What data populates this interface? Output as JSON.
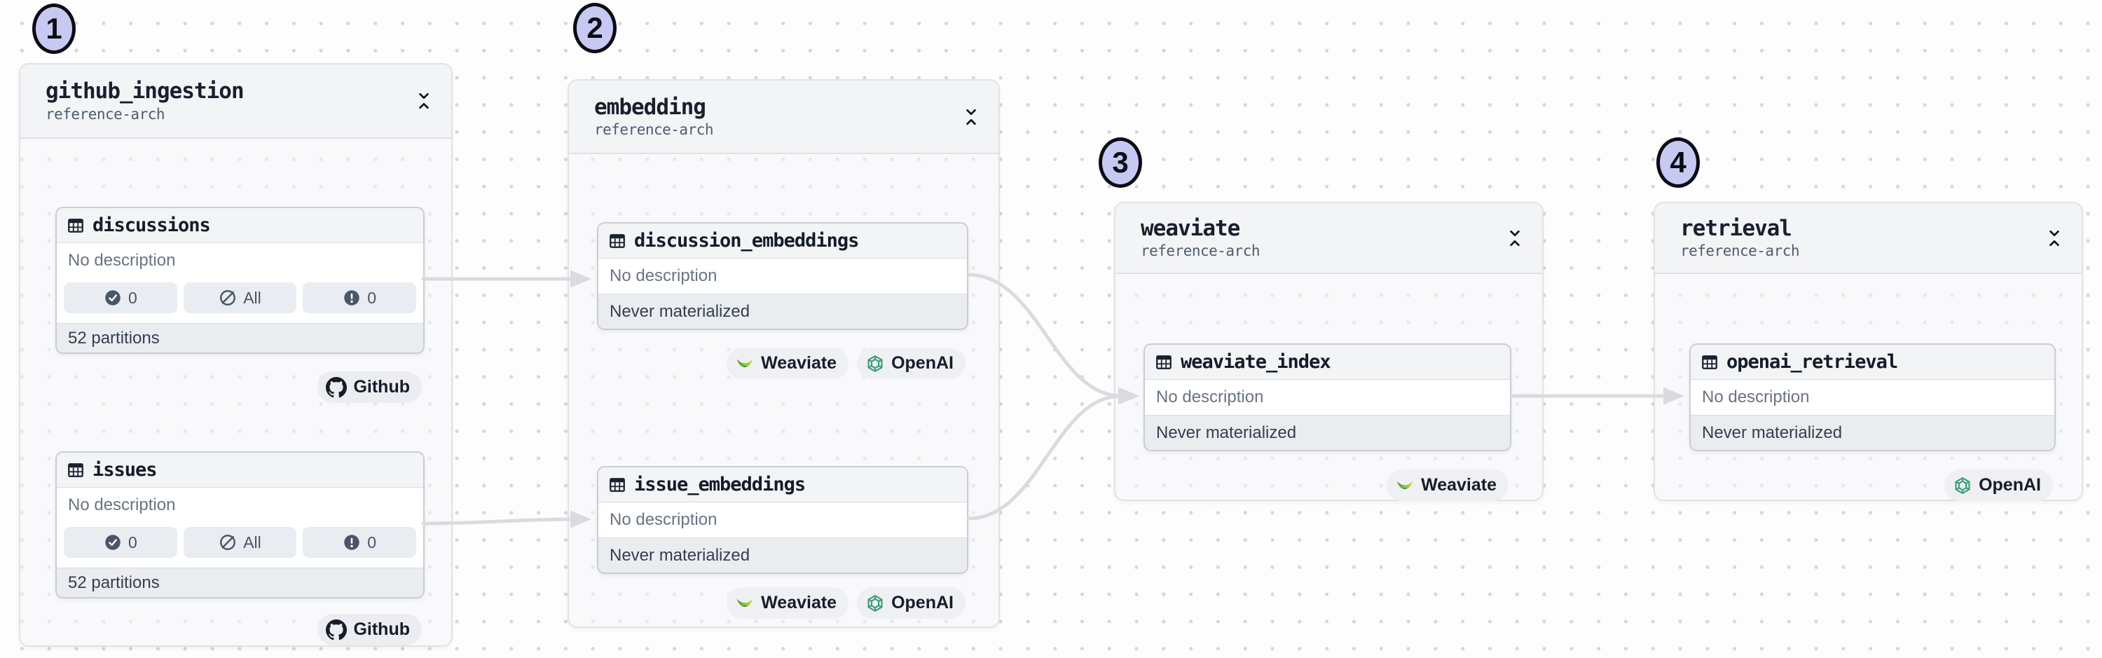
{
  "colors": {
    "annotation_circle_fill": "#c8c9f3",
    "annotation_circle_border": "#0c0c13",
    "edge": "#dadbde",
    "group_background": "#f4f4f6",
    "card_header_background": "#f2f4f6",
    "openai_green": "#3f9e78",
    "weaviate_green": "#3e8f39",
    "weaviate_yellow": "#d9d42f",
    "github_dark": "#171c28"
  },
  "groups": [
    {
      "number": "1",
      "title": "github_ingestion",
      "subtitle": "reference-arch",
      "assets": [
        {
          "name": "discussions",
          "description": "No description",
          "status_pills": [
            {
              "icon": "check-circle-icon",
              "value": "0"
            },
            {
              "icon": "slash-circle-icon",
              "value": "All"
            },
            {
              "icon": "alert-circle-icon",
              "value": "0"
            }
          ],
          "footer": "52 partitions",
          "tags": [
            {
              "icon": "github-icon",
              "label": "Github"
            }
          ]
        },
        {
          "name": "issues",
          "description": "No description",
          "status_pills": [
            {
              "icon": "check-circle-icon",
              "value": "0"
            },
            {
              "icon": "slash-circle-icon",
              "value": "All"
            },
            {
              "icon": "alert-circle-icon",
              "value": "0"
            }
          ],
          "footer": "52 partitions",
          "tags": [
            {
              "icon": "github-icon",
              "label": "Github"
            }
          ]
        }
      ]
    },
    {
      "number": "2",
      "title": "embedding",
      "subtitle": "reference-arch",
      "assets": [
        {
          "name": "discussion_embeddings",
          "description": "No description",
          "footer": "Never materialized",
          "tags": [
            {
              "icon": "weaviate-icon",
              "label": "Weaviate"
            },
            {
              "icon": "openai-icon",
              "label": "OpenAI"
            }
          ]
        },
        {
          "name": "issue_embeddings",
          "description": "No description",
          "footer": "Never materialized",
          "tags": [
            {
              "icon": "weaviate-icon",
              "label": "Weaviate"
            },
            {
              "icon": "openai-icon",
              "label": "OpenAI"
            }
          ]
        }
      ]
    },
    {
      "number": "3",
      "title": "weaviate",
      "subtitle": "reference-arch",
      "assets": [
        {
          "name": "weaviate_index",
          "description": "No description",
          "footer": "Never materialized",
          "tags": [
            {
              "icon": "weaviate-icon",
              "label": "Weaviate"
            }
          ]
        }
      ]
    },
    {
      "number": "4",
      "title": "retrieval",
      "subtitle": "reference-arch",
      "assets": [
        {
          "name": "openai_retrieval",
          "description": "No description",
          "footer": "Never materialized",
          "tags": [
            {
              "icon": "openai-icon",
              "label": "OpenAI"
            }
          ]
        }
      ]
    }
  ],
  "edges": [
    {
      "from": "discussions",
      "to": "discussion_embeddings"
    },
    {
      "from": "issues",
      "to": "issue_embeddings"
    },
    {
      "from": "discussion_embeddings",
      "to": "weaviate_index"
    },
    {
      "from": "issue_embeddings",
      "to": "weaviate_index"
    },
    {
      "from": "weaviate_index",
      "to": "openai_retrieval"
    }
  ]
}
